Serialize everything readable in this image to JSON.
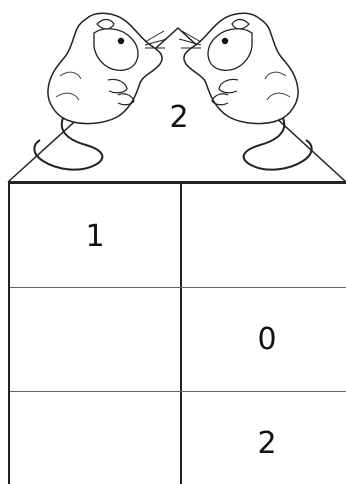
{
  "roof": {
    "value": "2"
  },
  "table": {
    "rows": [
      {
        "left": "1",
        "right": ""
      },
      {
        "left": "",
        "right": "0"
      },
      {
        "left": "",
        "right": "2"
      }
    ]
  },
  "decorations": {
    "left_mouse_icon": "mouse-left-icon",
    "right_mouse_icon": "mouse-right-icon"
  },
  "colors": {
    "line": "#222222",
    "text": "#111111"
  }
}
